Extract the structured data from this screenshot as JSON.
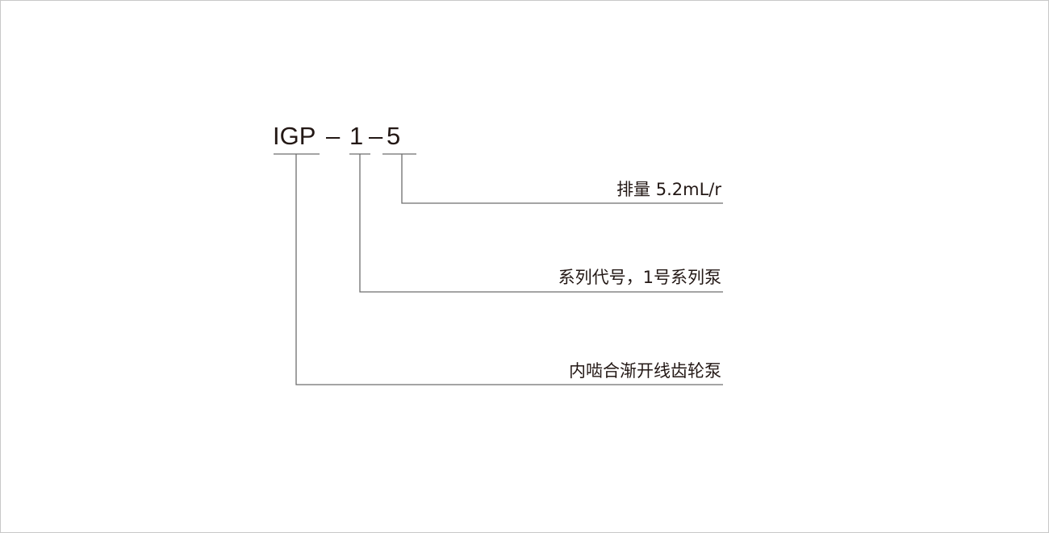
{
  "model_code": {
    "series": "IGP",
    "separator": "–",
    "size": "1",
    "displacement_code": "5"
  },
  "labels": {
    "displacement": "排量 5.2mL/r",
    "series_code": "系列代号，1号系列泵",
    "pump_type": "内啮合渐开线齿轮泵"
  },
  "colors": {
    "text": "#231815",
    "line": "#6e6e6e",
    "border": "#c8c8c8"
  }
}
